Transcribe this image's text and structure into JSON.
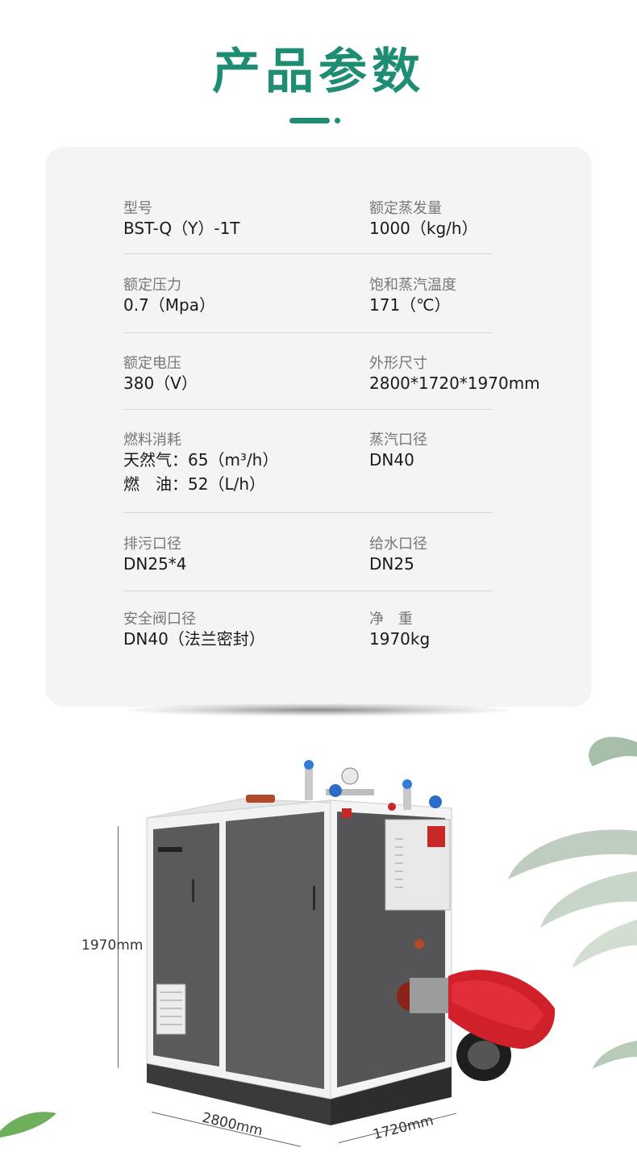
{
  "header": {
    "title": "产品参数"
  },
  "specs": [
    {
      "left_label": "型号",
      "left_value": "BST-Q（Y）-1T",
      "right_label": "额定蒸发量",
      "right_value": "1000（kg/h）"
    },
    {
      "left_label": "额定压力",
      "left_value": "0.7（Mpa）",
      "right_label": "饱和蒸汽温度",
      "right_value": "171（℃）"
    },
    {
      "left_label": "额定电压",
      "left_value": "380（V）",
      "right_label": "外形尺寸",
      "right_value": "2800*1720*1970mm"
    },
    {
      "left_label": "燃料消耗",
      "left_value": "天然气：65（m³/h）",
      "left_value_2": "燃　油：52（L/h）",
      "right_label": "蒸汽口径",
      "right_value": "DN40"
    },
    {
      "left_label": "排污口径",
      "left_value": "DN25*4",
      "right_label": "给水口径",
      "right_value": "DN25"
    },
    {
      "left_label": "安全阀口径",
      "left_value": "DN40（法兰密封）",
      "right_label": "净　重",
      "right_value": "1970kg"
    }
  ],
  "product": {
    "height_label": "1970mm",
    "length_label": "2800mm",
    "width_label": "1720mm"
  },
  "colors": {
    "accent": "#1f8d73",
    "card": "#f4f4f4",
    "burner_red": "#d0202a"
  }
}
